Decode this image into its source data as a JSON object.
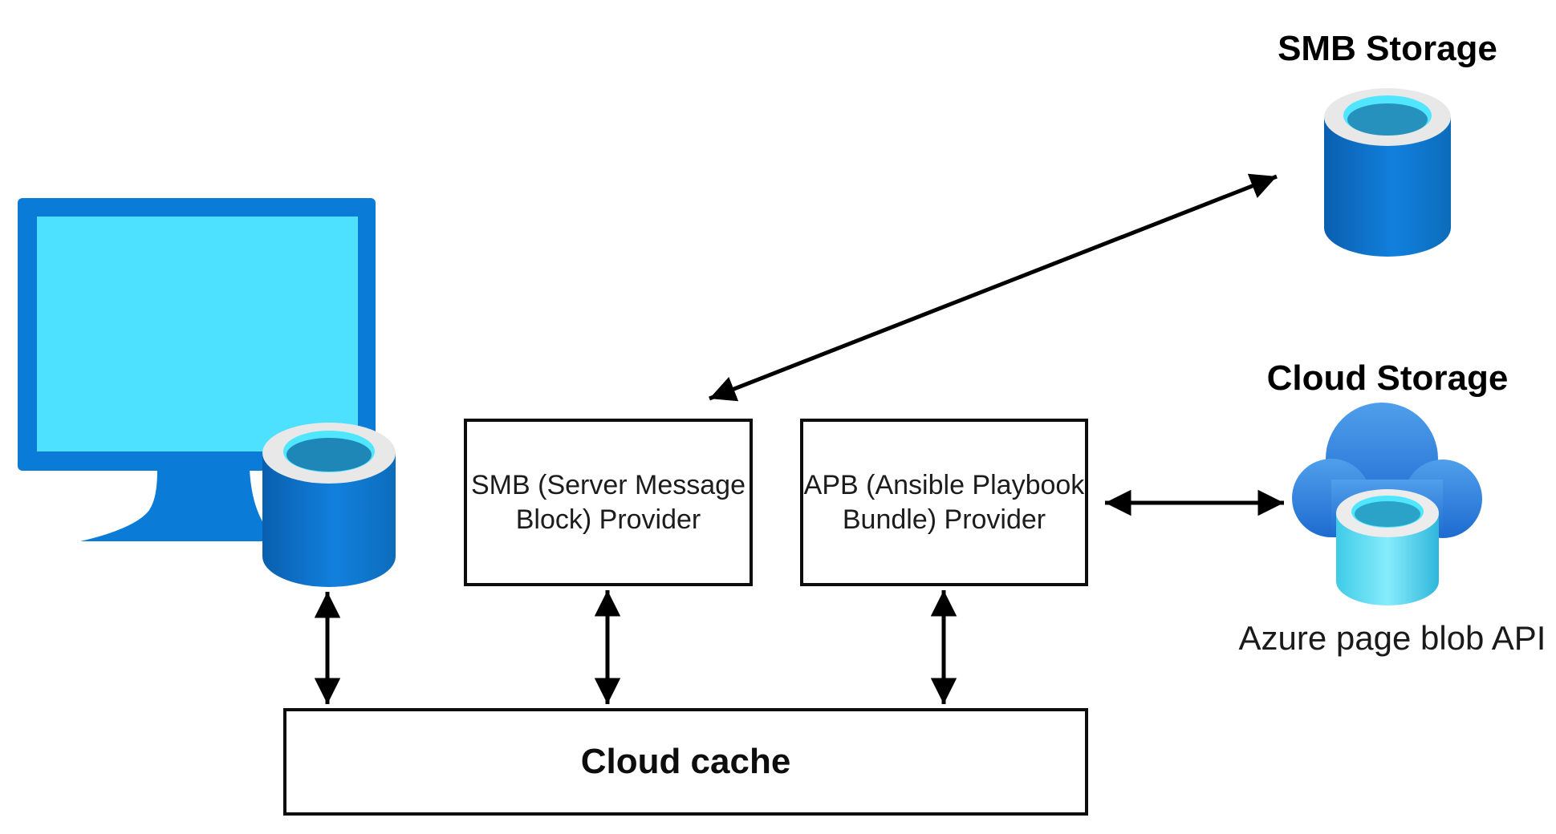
{
  "diagram": {
    "type": "architecture-diagram",
    "background": "#ffffff",
    "titles": {
      "smb_storage": "SMB Storage",
      "cloud_storage": "Cloud Storage",
      "azure_api": "Azure page blob API"
    },
    "boxes": {
      "smb_provider": {
        "line1": "SMB (Server Message",
        "line2": "Block) Provider"
      },
      "apb_provider": {
        "line1": "APB (Ansible Playbook",
        "line2": "Bundle) Provider"
      },
      "cloud_cache": {
        "label": "Cloud cache"
      }
    },
    "icons": {
      "workstation": "monitor-with-disk-icon",
      "smb_storage": "database-cylinder-icon",
      "cloud_storage": "cloud-with-cylinder-icon"
    },
    "connections": [
      {
        "from": "workstation-disk",
        "to": "cloud-cache",
        "style": "double-arrow-vertical"
      },
      {
        "from": "smb-provider-box",
        "to": "cloud-cache",
        "style": "double-arrow-vertical"
      },
      {
        "from": "apb-provider-box",
        "to": "cloud-cache",
        "style": "double-arrow-vertical"
      },
      {
        "from": "apb-provider-box",
        "to": "cloud-storage-icon",
        "style": "double-arrow-horizontal"
      },
      {
        "from": "smb-provider-box-area",
        "to": "smb-storage-icon",
        "style": "double-arrow-diagonal"
      }
    ],
    "colors": {
      "azure_blue": "#0A7CD8",
      "screen_cyan": "#4DE1FF",
      "cylinder_blue_dark": "#0A5FAE",
      "cylinder_blue_light": "#1180DD",
      "cylinder_cyan": "#50E6FF",
      "rim_gray": "#E8E8E8",
      "pool_teal": "#1F86B8",
      "cloud_blue_top": "#4F9FEB",
      "cloud_blue_bottom": "#1D6BD0",
      "arrow_black": "#000000",
      "box_border": "#0d0d0d"
    }
  }
}
